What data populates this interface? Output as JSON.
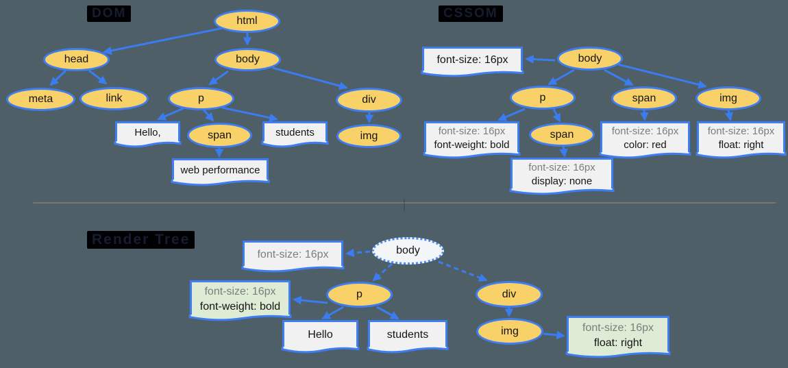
{
  "title": "DOM + CSSOM = Render Tree diagram",
  "colors": {
    "background": "#4e5f68",
    "node_fill": "#f8d169",
    "node_border": "#3e7df2",
    "edge": "#3b7cf0",
    "box_fill": "#f1f1f1",
    "box_fill_green": "#deebd5",
    "inherited_text": "#7d7d7d",
    "text": "#141414",
    "divider": "#8b7c73"
  },
  "dom": {
    "label": "DOM",
    "nodes": {
      "html": "html",
      "head": "head",
      "body": "body",
      "meta": "meta",
      "link": "link",
      "p": "p",
      "span": "span",
      "div": "div",
      "img": "img"
    },
    "text_nodes": {
      "hello": "Hello,",
      "students": "students",
      "web_performance": "web performance"
    }
  },
  "cssom": {
    "label": "CSSOM",
    "nodes": {
      "body": "body",
      "p": "p",
      "span_in_p": "span",
      "span": "span",
      "img": "img"
    },
    "rules": {
      "body": {
        "line1": "font-size: 16px"
      },
      "p": {
        "line1": "font-size: 16px",
        "line2": "font-weight: bold"
      },
      "span_in_p": {
        "line1": "font-size: 16px",
        "line2": "display: none"
      },
      "span": {
        "line1": "font-size: 16px",
        "line2": "color: red"
      },
      "img": {
        "line1": "font-size: 16px",
        "line2": "float: right"
      }
    }
  },
  "render_tree": {
    "label": "Render Tree",
    "nodes": {
      "body": "body",
      "p": "p",
      "div": "div",
      "img": "img"
    },
    "text_nodes": {
      "hello": "Hello",
      "students": "students"
    },
    "rules": {
      "body": {
        "line1": "font-size: 16px"
      },
      "p": {
        "line1": "font-size: 16px",
        "line2": "font-weight: bold"
      },
      "img": {
        "line1": "font-size: 16px",
        "line2": "float: right"
      }
    }
  }
}
